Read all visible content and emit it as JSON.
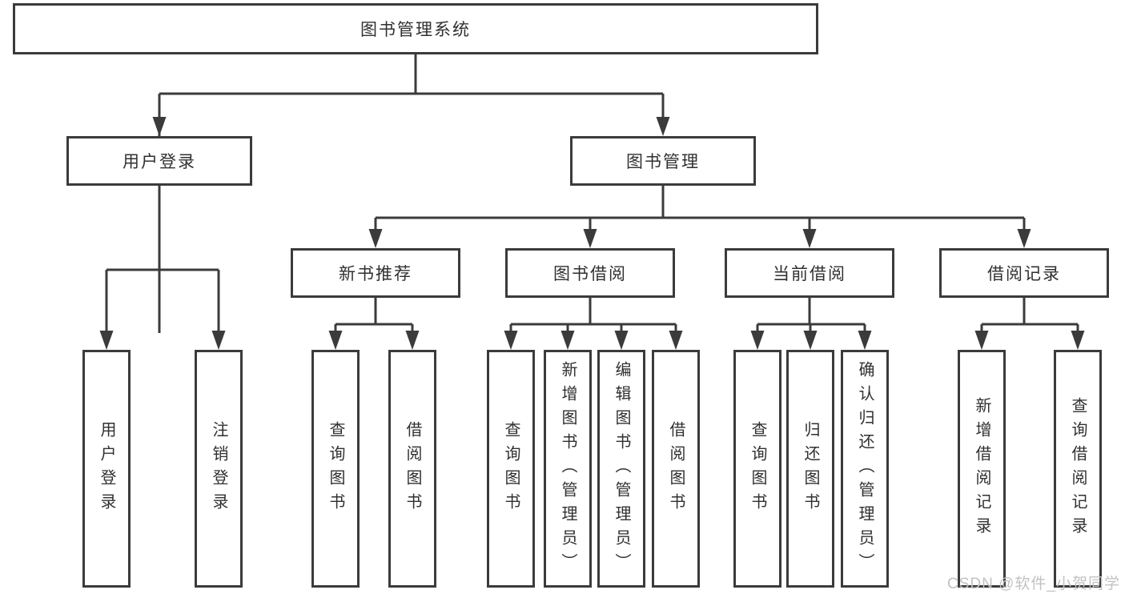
{
  "diagram_type": "hierarchy-tree",
  "colors": {
    "line": "#3b3b3b",
    "box_border": "#3b3b3b",
    "text": "#303030",
    "watermark": "#c2c2c2",
    "background": "#ffffff"
  },
  "watermark": {
    "text": "CSDN @软件_小贺同学"
  },
  "tree": {
    "label": "图书管理系统",
    "children": [
      {
        "label": "用户登录",
        "children": [
          {
            "label": "用户登录"
          },
          {
            "label": "注销登录"
          }
        ]
      },
      {
        "label": "图书管理",
        "children": [
          {
            "label": "新书推荐",
            "children": [
              {
                "label": "查询图书"
              },
              {
                "label": "借阅图书"
              }
            ]
          },
          {
            "label": "图书借阅",
            "children": [
              {
                "label": "查询图书"
              },
              {
                "label": "新增图书（管理员）"
              },
              {
                "label": "编辑图书（管理员）"
              },
              {
                "label": "借阅图书"
              }
            ]
          },
          {
            "label": "当前借阅",
            "children": [
              {
                "label": "查询图书"
              },
              {
                "label": "归还图书"
              },
              {
                "label": "确认归还（管理员）"
              }
            ]
          },
          {
            "label": "借阅记录",
            "children": [
              {
                "label": "新增借阅记录"
              },
              {
                "label": "查询借阅记录"
              }
            ]
          }
        ]
      }
    ]
  }
}
